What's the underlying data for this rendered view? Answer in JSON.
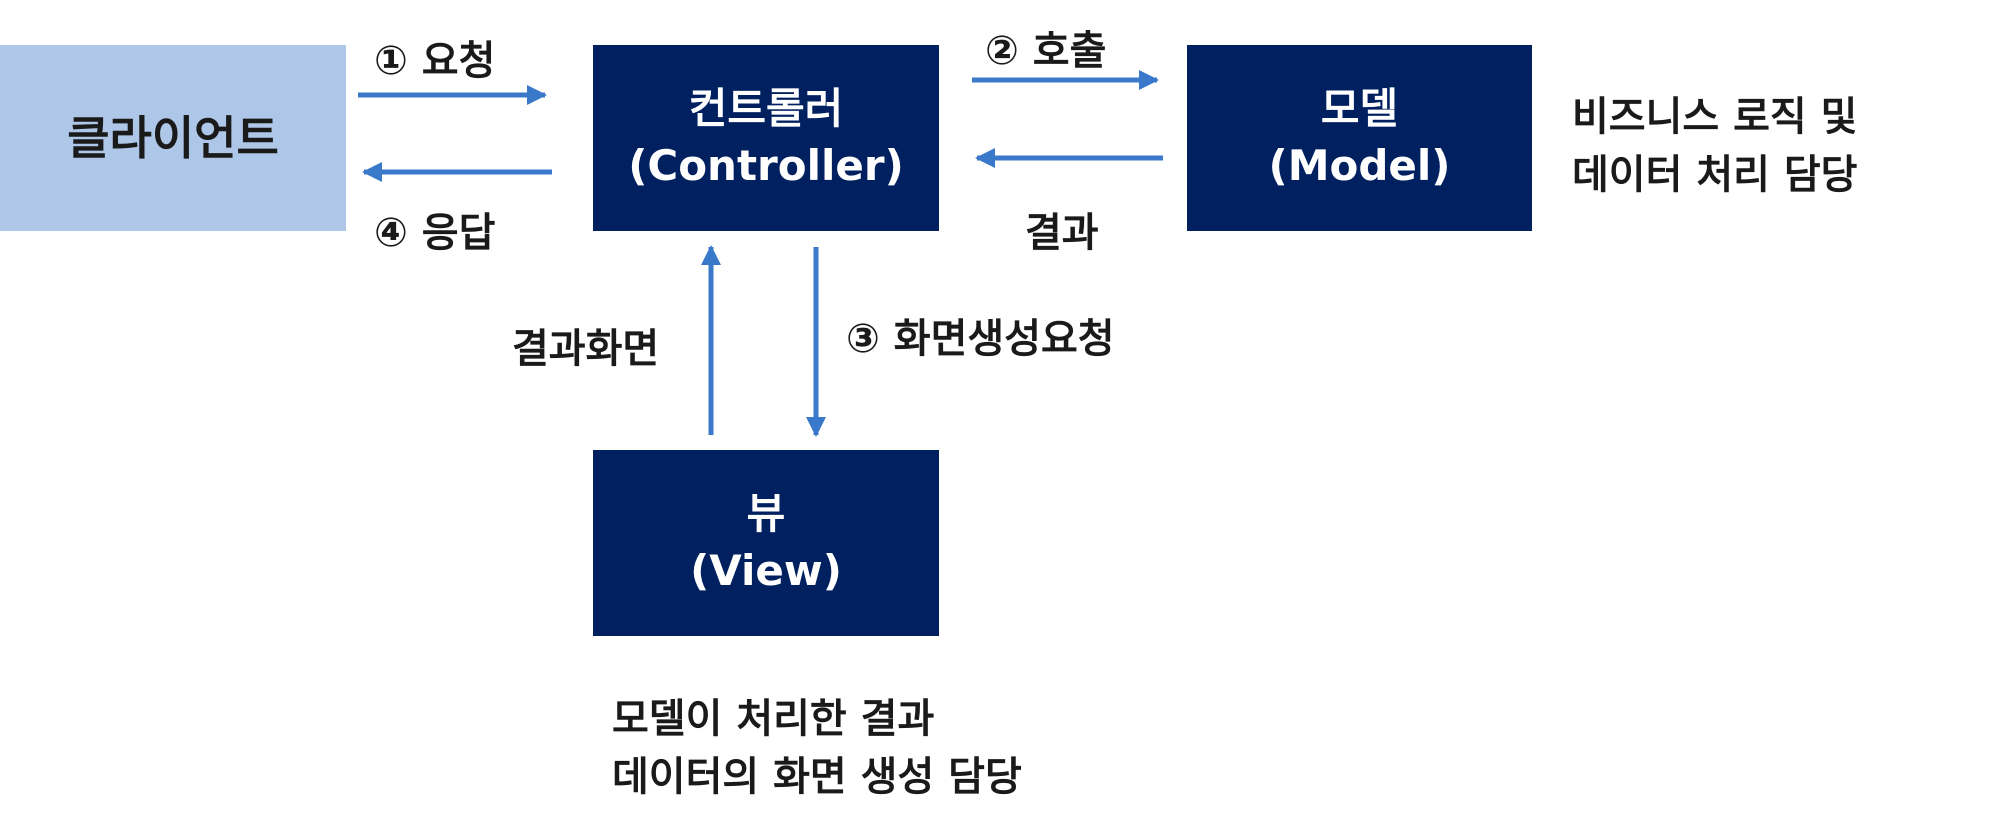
{
  "nodes": {
    "client": {
      "label": "클라이언트"
    },
    "controller": {
      "title": "컨트롤러",
      "subtitle": "(Controller)"
    },
    "model": {
      "title": "모델",
      "subtitle": "(Model)"
    },
    "view": {
      "title": "뷰",
      "subtitle": "(View)"
    }
  },
  "edges": {
    "request": "① 요청",
    "response": "④ 응답",
    "call": "② 호출",
    "result": "결과",
    "render_request": "③ 화면생성요청",
    "result_screen": "결과화면"
  },
  "notes": {
    "model_line1": "비즈니스 로직 및",
    "model_line2": "데이터 처리 담당",
    "view_line1": "모델이 처리한 결과",
    "view_line2": "데이터의 화면 생성 담당"
  },
  "colors": {
    "box_dark": "#002060",
    "box_light": "#aec6e8",
    "arrow": "#3a78c9"
  }
}
